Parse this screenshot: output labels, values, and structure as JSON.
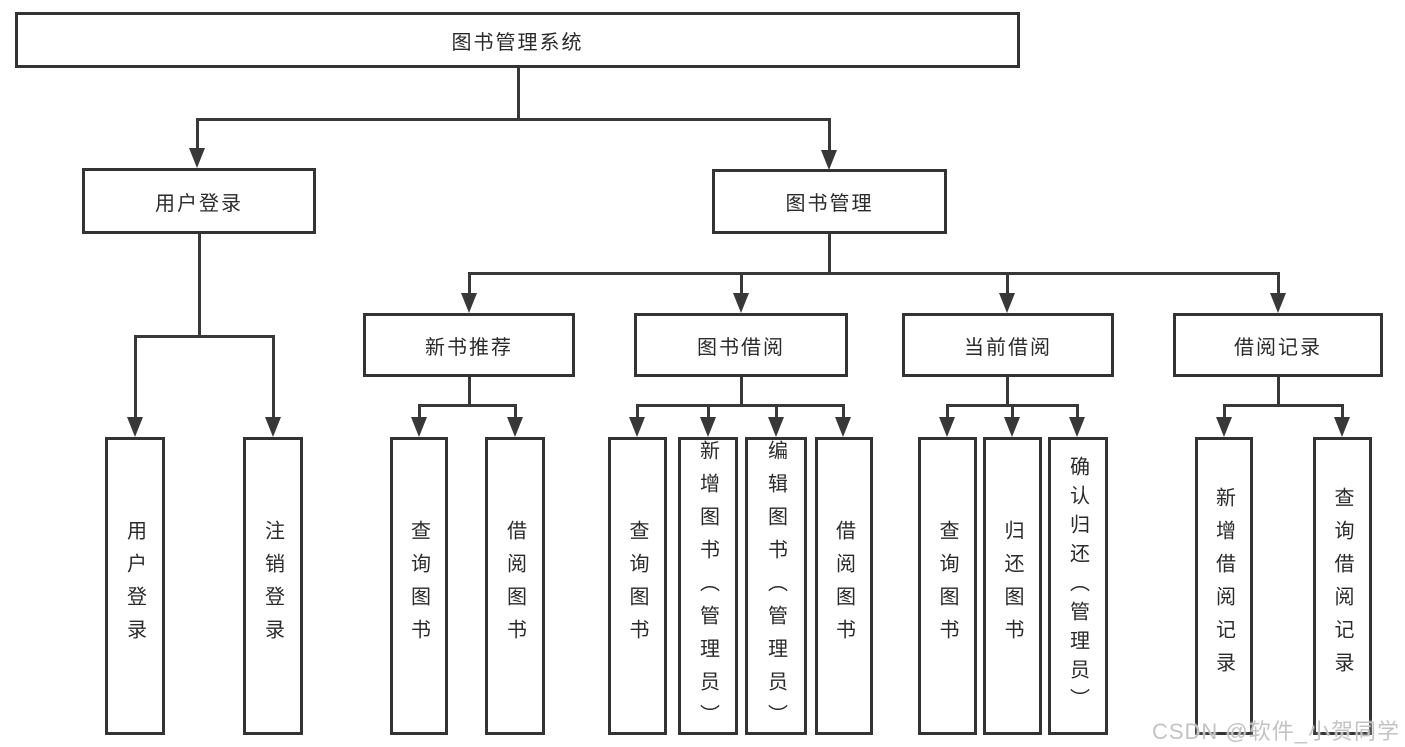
{
  "tree": {
    "root": {
      "label": "图书管理系统",
      "children": [
        {
          "label": "用户登录",
          "children": [
            {
              "label": "用户登录"
            },
            {
              "label": "注销登录"
            }
          ]
        },
        {
          "label": "图书管理",
          "children": [
            {
              "label": "新书推荐",
              "children": [
                {
                  "label": "查询图书"
                },
                {
                  "label": "借阅图书"
                }
              ]
            },
            {
              "label": "图书借阅",
              "children": [
                {
                  "label": "查询图书"
                },
                {
                  "label": "新增图书（管理员）"
                },
                {
                  "label": "编辑图书（管理员）"
                },
                {
                  "label": "借阅图书"
                }
              ]
            },
            {
              "label": "当前借阅",
              "children": [
                {
                  "label": "查询图书"
                },
                {
                  "label": "归还图书"
                },
                {
                  "label": "确认归还（管理员）"
                }
              ]
            },
            {
              "label": "借阅记录",
              "children": [
                {
                  "label": "新增借阅记录"
                },
                {
                  "label": "查询借阅记录"
                }
              ]
            }
          ]
        }
      ]
    }
  },
  "watermark": {
    "text": "CSDN @软件_小贺同学"
  },
  "colors": {
    "line": "#383838",
    "box_border": "#333333",
    "text": "#2a2a2a",
    "watermark": "#c3c3c3",
    "background": "#ffffff"
  }
}
